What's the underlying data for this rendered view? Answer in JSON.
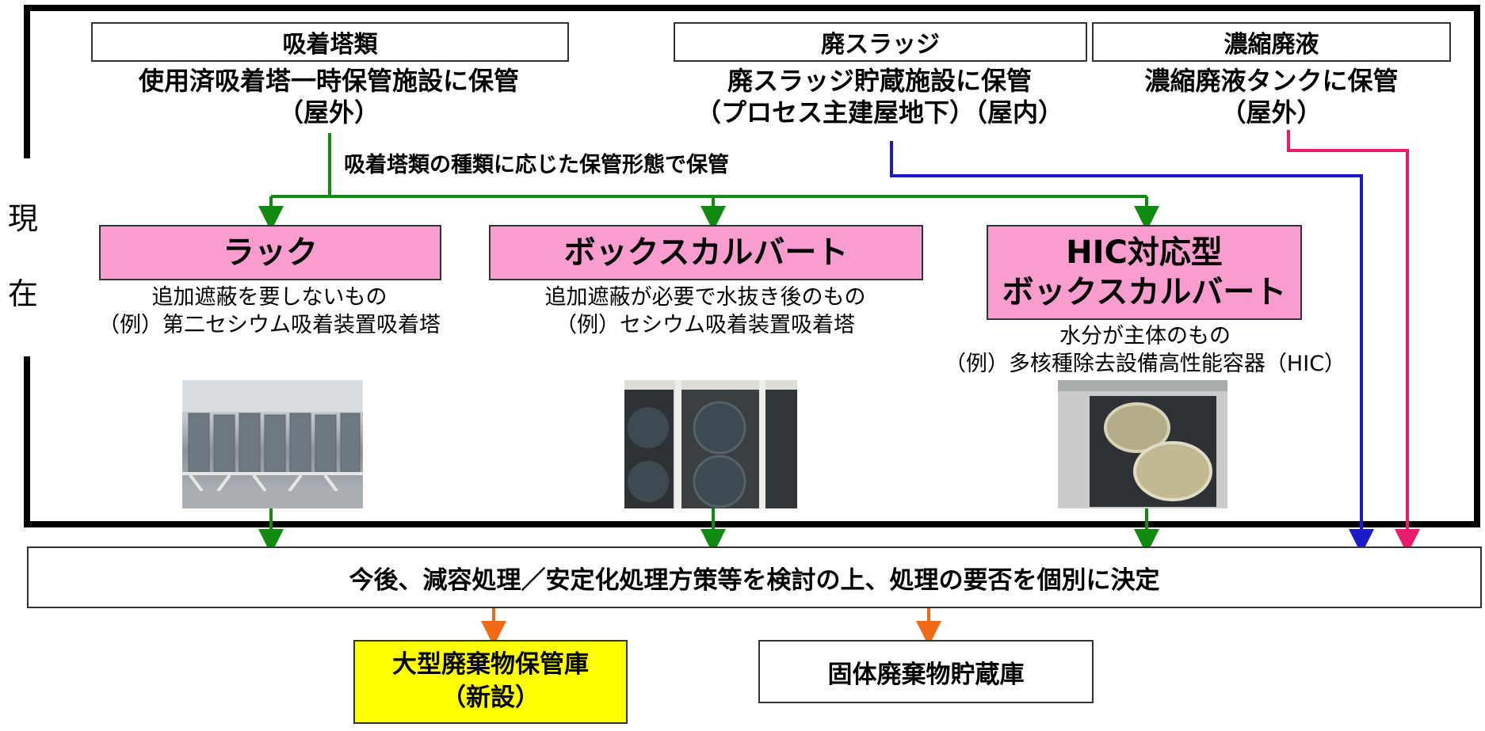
{
  "present_label": [
    "現",
    "在"
  ],
  "adsorption": {
    "title": "吸着塔類",
    "line1": "使用済吸着塔一時保管施設に保管",
    "line2": "（屋外）",
    "branch_note": "吸着塔類の種類に応じた保管形態で保管"
  },
  "sludge": {
    "title": "廃スラッジ",
    "line1": "廃スラッジ貯蔵施設に保管",
    "line2": "（プロセス主建屋地下）（屋内）"
  },
  "concentrate": {
    "title": "濃縮廃液",
    "line1": "濃縮廃液タンクに保管",
    "line2": "（屋外）"
  },
  "storage_types": [
    {
      "name": "ラック",
      "desc1": "追加遮蔽を要しないもの",
      "desc2": "（例）第二セシウム吸着装置吸着塔"
    },
    {
      "name": "ボックスカルバート",
      "desc1": "追加遮蔽が必要で水抜き後のもの",
      "desc2": "（例）セシウム吸着装置吸着塔"
    },
    {
      "name1": "HIC対応型",
      "name2": "ボックスカルバート",
      "desc1": "水分が主体のもの",
      "desc2": "（例）多核種除去設備高性能容器（HIC）"
    }
  ],
  "decision": "今後、減容処理／安定化処理方策等を検討の上、処理の要否を個別に決定",
  "destinations": {
    "large": {
      "line1": "大型廃棄物保管庫",
      "line2": "（新設）"
    },
    "solid": "固体廃棄物貯蔵庫"
  },
  "colors": {
    "green": "#118a11",
    "blue": "#1a1ac8",
    "magenta": "#e81c6e",
    "orange": "#f06a16",
    "pink": "#f99dcf",
    "yellow": "#ffff00"
  }
}
